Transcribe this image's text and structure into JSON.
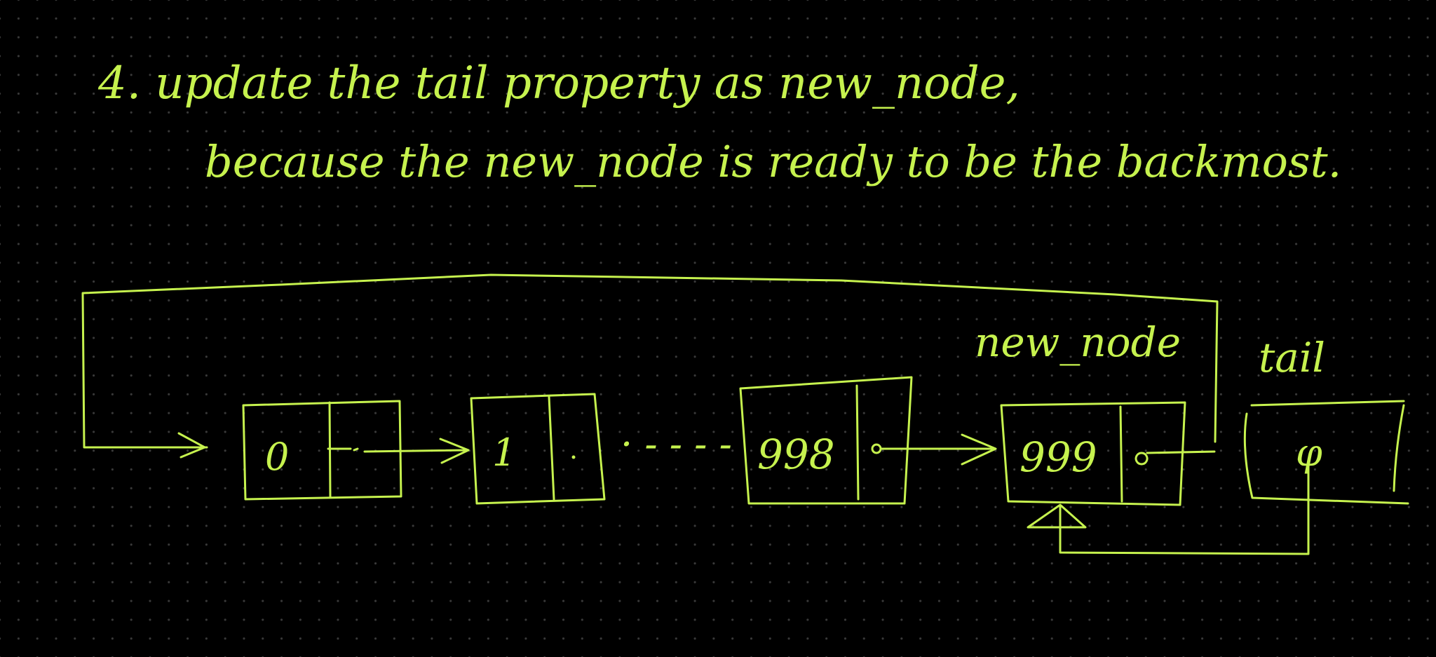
{
  "colors": {
    "background": "#000000",
    "grid_dot": "#3a3a3a",
    "ink": "#c6f24e"
  },
  "note": {
    "step_line": "4. update the tail property as new_node,",
    "reason_line": "because the new_node is ready to be the backmost."
  },
  "diagram": {
    "nodes": [
      {
        "value": "0"
      },
      {
        "value": "1"
      },
      {
        "value": "998"
      },
      {
        "value": "999"
      }
    ],
    "ellipsis": "· - - - -",
    "new_node_label": "new_node",
    "tail_label": "tail",
    "tail_pointer_glyph": "φ"
  }
}
